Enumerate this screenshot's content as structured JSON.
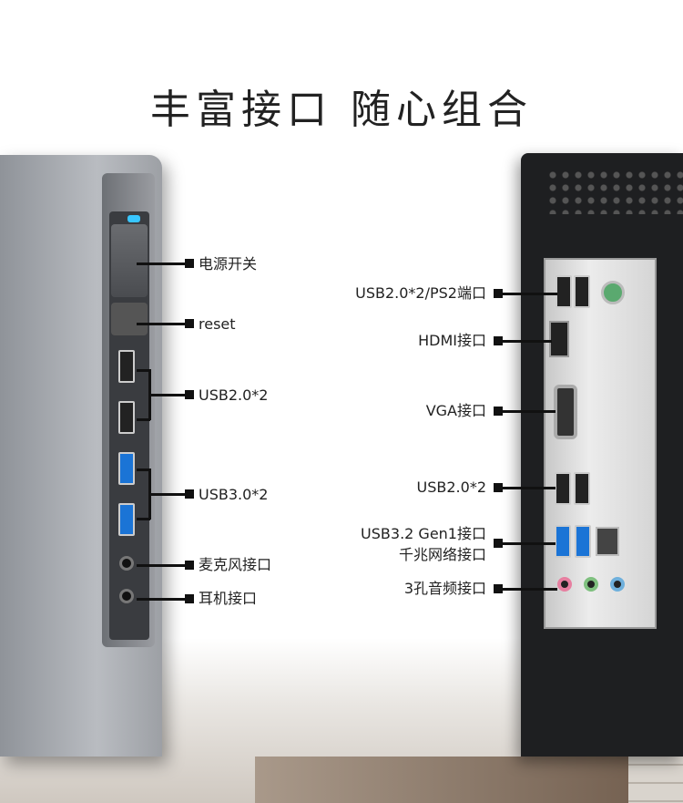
{
  "title": "丰富接口 随心组合",
  "front_labels": [
    "电源开关",
    "reset",
    "USB2.0*2",
    "USB3.0*2",
    "麦克风接口",
    "耳机接口"
  ],
  "rear_labels": [
    "USB2.0*2/PS2端口",
    "HDMI接口",
    "VGA接口",
    "USB2.0*2",
    "USB3.2 Gen1接口",
    "千兆网络接口",
    "3孔音频接口"
  ],
  "colors": {
    "led": "#38c6ff",
    "usb3": "#1b74d6",
    "mic": "#e77fa0",
    "line_out": "#7fc07f",
    "line_in": "#6fb0dc"
  }
}
